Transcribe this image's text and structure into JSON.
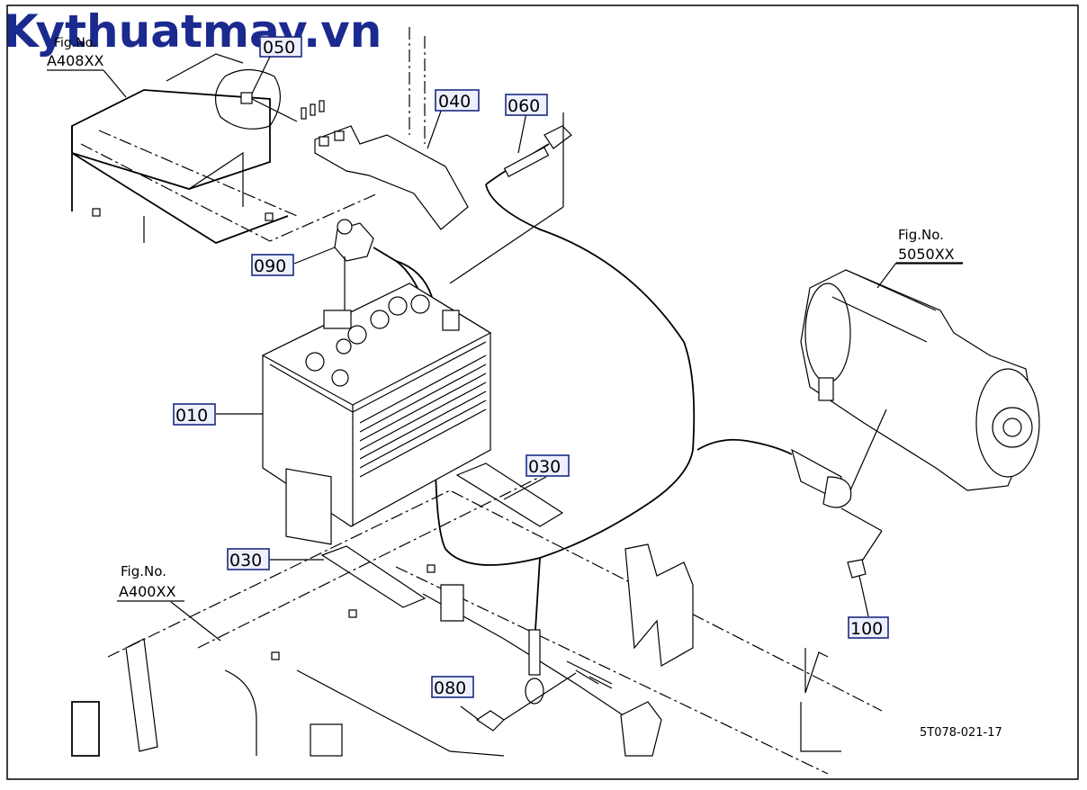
{
  "watermark": "Kythuatmay.vn",
  "drawing_code": "5T078-021-17",
  "figure_refs": [
    {
      "label": "Fig.No.",
      "value": "A408XX"
    },
    {
      "label": "Fig.No.",
      "value": "5050XX"
    },
    {
      "label": "Fig.No.",
      "value": "A400XX"
    }
  ],
  "parts": [
    {
      "no": "050"
    },
    {
      "no": "040"
    },
    {
      "no": "060"
    },
    {
      "no": "090"
    },
    {
      "no": "010"
    },
    {
      "no": "030"
    },
    {
      "no": "030"
    },
    {
      "no": "080"
    },
    {
      "no": "100"
    }
  ]
}
